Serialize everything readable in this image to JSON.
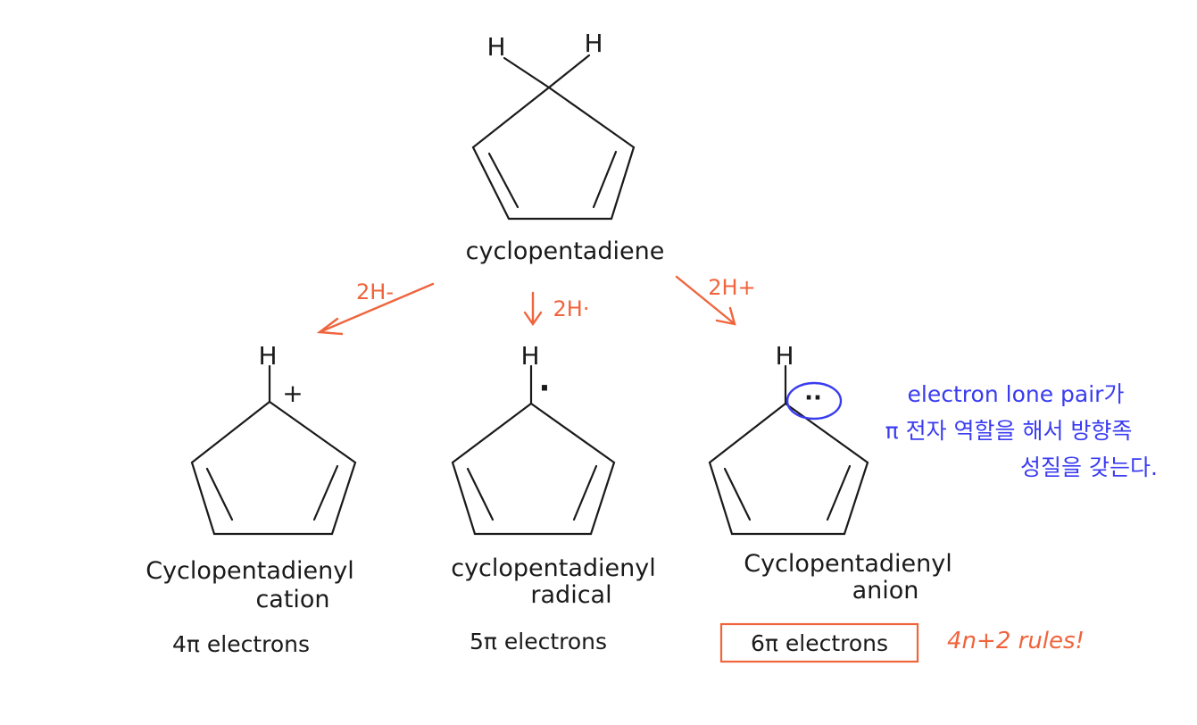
{
  "colors": {
    "ink": "#1a1a1a",
    "accent_red": "#f0643c",
    "note_blue": "#3a3cf0"
  },
  "top": {
    "h_left": "H",
    "h_right": "H",
    "name": "cyclopentadiene"
  },
  "arrows": {
    "left_label": "2H-",
    "middle_label": "2H·",
    "right_label": "2H+"
  },
  "cation": {
    "h": "H",
    "charge": "+",
    "name_line1": "Cyclopentadienyl",
    "name_line2": "cation",
    "electrons": "4π electrons"
  },
  "radical": {
    "h": "H",
    "dot": "·",
    "name_line1": "cyclopentadienyl",
    "name_line2": "radical",
    "electrons": "5π electrons"
  },
  "anion": {
    "h": "H",
    "lone_pair": "··",
    "name_line1": "Cyclopentadienyl",
    "name_line2": "anion",
    "electrons": "6π electrons",
    "rule": "4n+2 rules!"
  },
  "note": {
    "line1": "electron lone pair가",
    "line2": "π 전자 역할을 해서 방향족",
    "line3": "성질을 갖는다."
  }
}
